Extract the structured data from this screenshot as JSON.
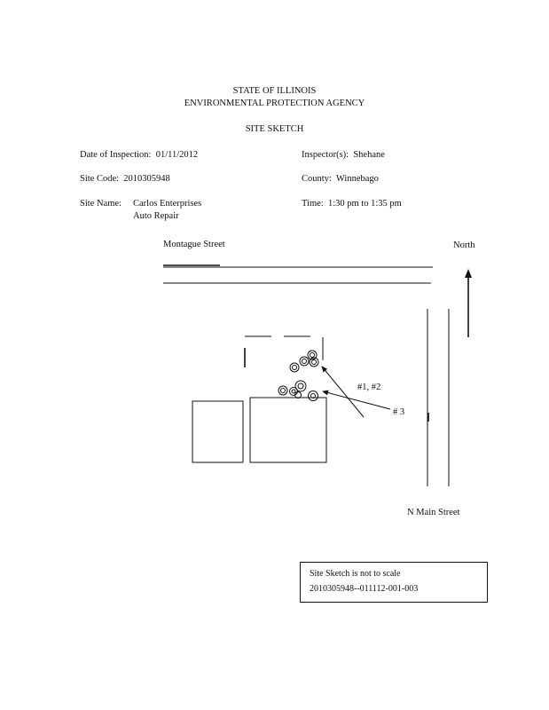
{
  "header": {
    "state": "STATE OF ILLINOIS",
    "agency": "ENVIRONMENTAL PROTECTION AGENCY",
    "title": "SITE SKETCH"
  },
  "fields": {
    "date_label": "Date of Inspection:",
    "date_value": "01/11/2012",
    "inspector_label": "Inspector(s):",
    "inspector_value": "Shehane",
    "site_code_label": "Site Code:",
    "site_code_value": "2010305948",
    "county_label": "County:",
    "county_value": "Winnebago",
    "site_name_label": "Site Name:",
    "site_name_line1": "Carlos Enterprises",
    "site_name_line2": "Auto Repair",
    "time_label": "Time:",
    "time_value": "1:30 pm to 1:35 pm"
  },
  "sketch": {
    "street_top": "Montague Street",
    "north_label": "North",
    "street_right": "N Main Street",
    "label_photos_1_2": "#1, #2",
    "label_photo_3": "# 3"
  },
  "note": {
    "line1": "Site Sketch is not to scale",
    "line2": "2010305948--011112-001-003"
  }
}
